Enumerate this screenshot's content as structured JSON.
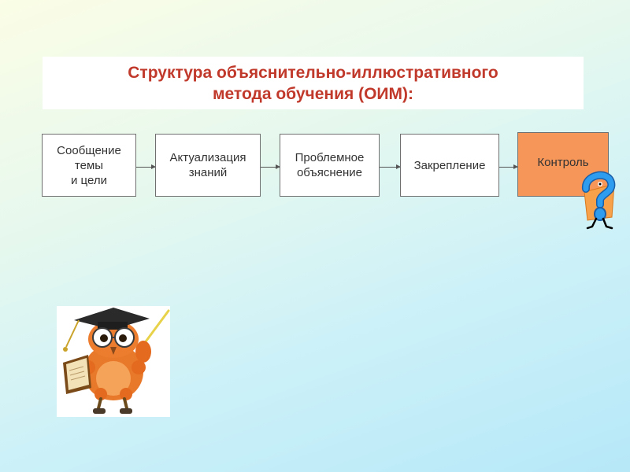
{
  "title": {
    "line1": "Структура объяснительно-иллюстративного",
    "line2": "метода обучения (ОИМ):"
  },
  "steps": [
    {
      "label": "Сообщение\nтемы\nи цели"
    },
    {
      "label": "Актуализация\nзнаний"
    },
    {
      "label": "Проблемное\nобъяснение"
    },
    {
      "label": "Закрепление"
    },
    {
      "label": "Контроль"
    }
  ],
  "colors": {
    "title": "#c0392b",
    "highlight": "#f79659",
    "question_mark": "#2e9df0"
  },
  "icons": {
    "question": "question-mark-character",
    "teacher": "owl-teacher-with-book-and-pointer"
  }
}
